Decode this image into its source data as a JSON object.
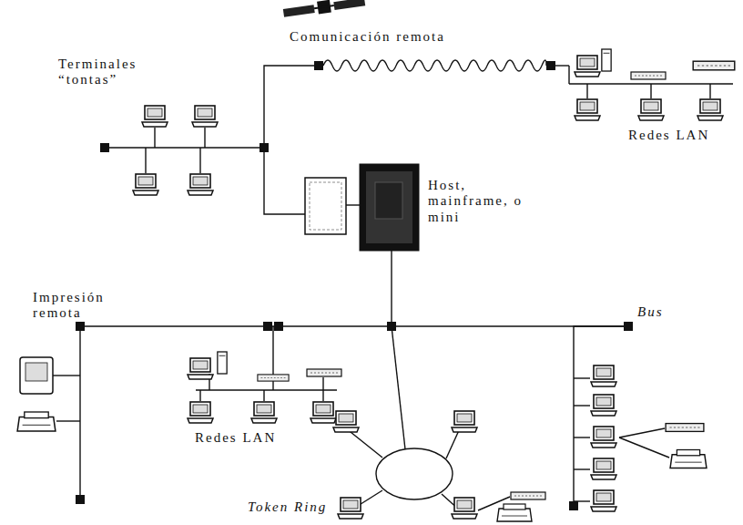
{
  "diagram": {
    "labels": [
      "Terminales “tontas”",
      "Comunicación remota",
      "Redes LAN",
      "Host, mainframe, o mini",
      "Impresión remota",
      "Redes LAN",
      "Bus",
      "Token Ring"
    ]
  }
}
